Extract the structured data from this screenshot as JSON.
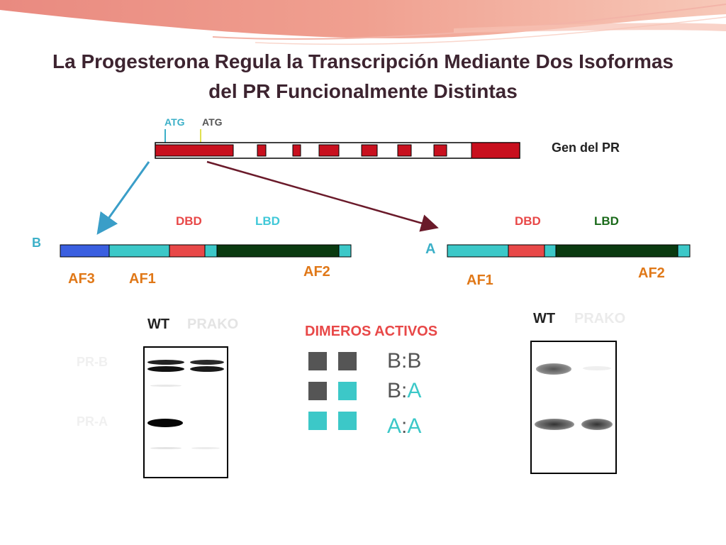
{
  "title": {
    "line1": "La Progesterona Regula la Transcripción Mediante Dos Isoformas",
    "line2": "del PR Funcionalmente Distintas"
  },
  "gene": {
    "atg1": "ATG",
    "atg2": "ATG",
    "label": "Gen del PR"
  },
  "isoform_b": {
    "name": "B",
    "dbd": "DBD",
    "lbd": "LBD",
    "af3": "AF3",
    "af1": "AF1",
    "af2": "AF2"
  },
  "isoform_a": {
    "name": "A",
    "dbd": "DBD",
    "lbd": "LBD",
    "af1": "AF1",
    "af2": "AF2"
  },
  "blot_left": {
    "wt": "WT",
    "prako": "PRAKO",
    "pr_b": "PR-B",
    "pr_a": "PR-A"
  },
  "blot_right": {
    "wt": "WT",
    "prako": "PRAKO"
  },
  "dimers": {
    "heading": "DIMEROS ACTIVOS",
    "bb_1": "B",
    "bb_sep": ":",
    "bb_2": "B",
    "ba_1": "B",
    "ba_sep": ":",
    "ba_2": "A",
    "aa_1": "A",
    "aa_sep": ":",
    "aa_2": "A"
  },
  "colors": {
    "title": "#3d2430",
    "exon_red": "#c8101e",
    "af3_blue": "#3a5fe0",
    "teal": "#3cc8c8",
    "dbd_red": "#e84848",
    "lbd_dark": "#0a3a10",
    "gray_square": "#555555",
    "label_orange": "#e07818",
    "dbd_label": "#e84848",
    "lbd_label_b": "#40c8d8",
    "lbd_label_a": "#1a6a1a"
  }
}
